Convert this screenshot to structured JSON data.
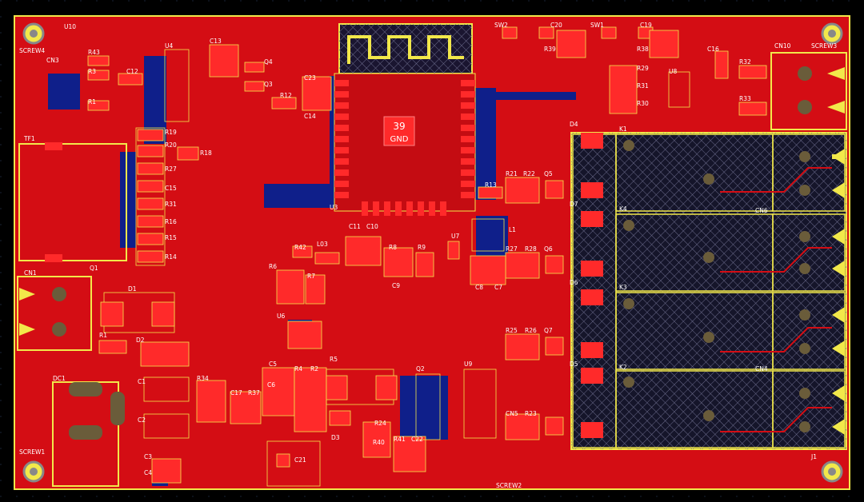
{
  "colors": {
    "background": "#000000",
    "copper_top": "#d40d14",
    "copper_bottom": "#0f1f8a",
    "silkscreen": "#f2e84a",
    "pad": "#ff2a2a",
    "text": "#ffffff"
  },
  "board": {
    "net_badge": {
      "number": "39",
      "net": "GND"
    },
    "designators": [
      "U10",
      "SCREW4",
      "CN3",
      "R43",
      "R3",
      "R1",
      "C12",
      "U4",
      "C13",
      "Q4",
      "Q3",
      "R12",
      "C23",
      "C14",
      "TF1",
      "R19",
      "R20",
      "R27",
      "R18",
      "C15",
      "R31",
      "R16",
      "R15",
      "R14",
      "U3",
      "SW2",
      "C20",
      "R39",
      "SW1",
      "C19",
      "R38",
      "R29",
      "R31",
      "R30",
      "U8",
      "C16",
      "R32",
      "R33",
      "CN10",
      "SCREW3",
      "R21",
      "R22",
      "Q5",
      "R13",
      "D4",
      "K1",
      "D7",
      "K4",
      "D6",
      "K3",
      "D5",
      "K2",
      "CN6",
      "CN4",
      "CN1",
      "Q1",
      "D1",
      "R1",
      "D2",
      "C1",
      "C2",
      "C3",
      "C4",
      "DC1",
      "SCREW1",
      "R42",
      "L03",
      "C11",
      "C10",
      "R8",
      "R9",
      "U7",
      "L1",
      "R6",
      "R7",
      "C9",
      "C8",
      "C7",
      "R27",
      "R28",
      "Q6",
      "U6",
      "R25",
      "R26",
      "Q7",
      "R34",
      "C17",
      "R37",
      "C5",
      "C6",
      "R4",
      "R2",
      "R5",
      "D3",
      "Q2",
      "U9",
      "CN5",
      "R23",
      "R24",
      "R40",
      "R41",
      "C22",
      "C21",
      "J1",
      "SCREW2"
    ]
  }
}
